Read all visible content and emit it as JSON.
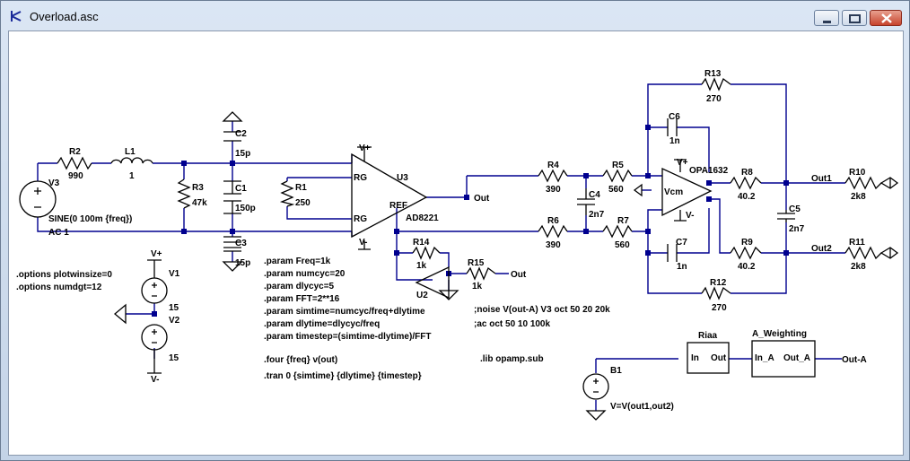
{
  "window": {
    "title": "Overload.asc"
  },
  "components": {
    "R2": {
      "name": "R2",
      "value": "990"
    },
    "L1": {
      "name": "L1",
      "value": "1"
    },
    "R3": {
      "name": "R3",
      "value": "47k"
    },
    "C2": {
      "name": "C2",
      "value": "15p"
    },
    "C1": {
      "name": "C1",
      "value": "150p"
    },
    "C3": {
      "name": "C3",
      "value": "15p"
    },
    "R1": {
      "name": "R1",
      "value": "250"
    },
    "U3": {
      "name": "U3",
      "value": "AD8221",
      "pin_rg1": "RG",
      "pin_rg2": "RG",
      "pin_ref": "REF"
    },
    "R4": {
      "name": "R4",
      "value": "390"
    },
    "R5": {
      "name": "R5",
      "value": "560"
    },
    "C4": {
      "name": "C4",
      "value": "2n7"
    },
    "R6": {
      "name": "R6",
      "value": "390"
    },
    "R7": {
      "name": "R7",
      "value": "560"
    },
    "R14": {
      "name": "R14",
      "value": "1k"
    },
    "R15": {
      "name": "R15",
      "value": "1k"
    },
    "U2": {
      "name": "U2"
    },
    "U1": {
      "value": "OPA1632",
      "pin_vcm": "Vcm"
    },
    "R13": {
      "name": "R13",
      "value": "270"
    },
    "C6": {
      "name": "C6",
      "value": "1n"
    },
    "C7": {
      "name": "C7",
      "value": "1n"
    },
    "R8": {
      "name": "R8",
      "value": "40.2"
    },
    "R9": {
      "name": "R9",
      "value": "40.2"
    },
    "C5": {
      "name": "C5",
      "value": "2n7"
    },
    "R12": {
      "name": "R12",
      "value": "270"
    },
    "R10": {
      "name": "R10",
      "value": "2k8"
    },
    "R11": {
      "name": "R11",
      "value": "2k8"
    },
    "V3": {
      "name": "V3",
      "value": "SINE(0 100m {freq})",
      "ac": "AC 1"
    },
    "V1": {
      "name": "V1",
      "value": "15"
    },
    "V2": {
      "name": "V2",
      "value": "15"
    },
    "B1": {
      "name": "B1",
      "value": "V=V(out1,out2)"
    },
    "Riaa": {
      "name": "Riaa",
      "pin_in": "In",
      "pin_out": "Out"
    },
    "AW": {
      "name": "A_Weighting",
      "pin_in": "In_A",
      "pin_out": "Out_A"
    }
  },
  "net_labels": {
    "out_u3": "Out",
    "out_u2": "Out",
    "out1": "Out1",
    "out2": "Out2",
    "outa": "Out-A",
    "vplus_u3": "V+",
    "vminus_u3": "V-",
    "vplus_u1": "V+",
    "vminus_u1": "V-",
    "vplus_v1": "V+",
    "vminus_v2": "V-"
  },
  "directives": {
    "options": [
      ".options plotwinsize=0",
      ".options numdgt=12"
    ],
    "params": [
      ".param Freq=1k",
      ".param numcyc=20",
      ".param dlycyc=5",
      ".param FFT=2**16",
      ".param simtime=numcyc/freq+dlytime",
      ".param dlytime=dlycyc/freq",
      ".param timestep=(simtime-dlytime)/FFT"
    ],
    "four": ".four {freq} v(out)",
    "tran": ".tran 0 {simtime} {dlytime} {timestep}",
    "noise": ";noise V(out-A) V3 oct 50 20 20k",
    "ac": ";ac oct 50 10 100k",
    "lib": ".lib opamp.sub"
  },
  "colors": {
    "wire": "#00008f",
    "symbol": "#000000",
    "canvas": "#ffffff"
  }
}
